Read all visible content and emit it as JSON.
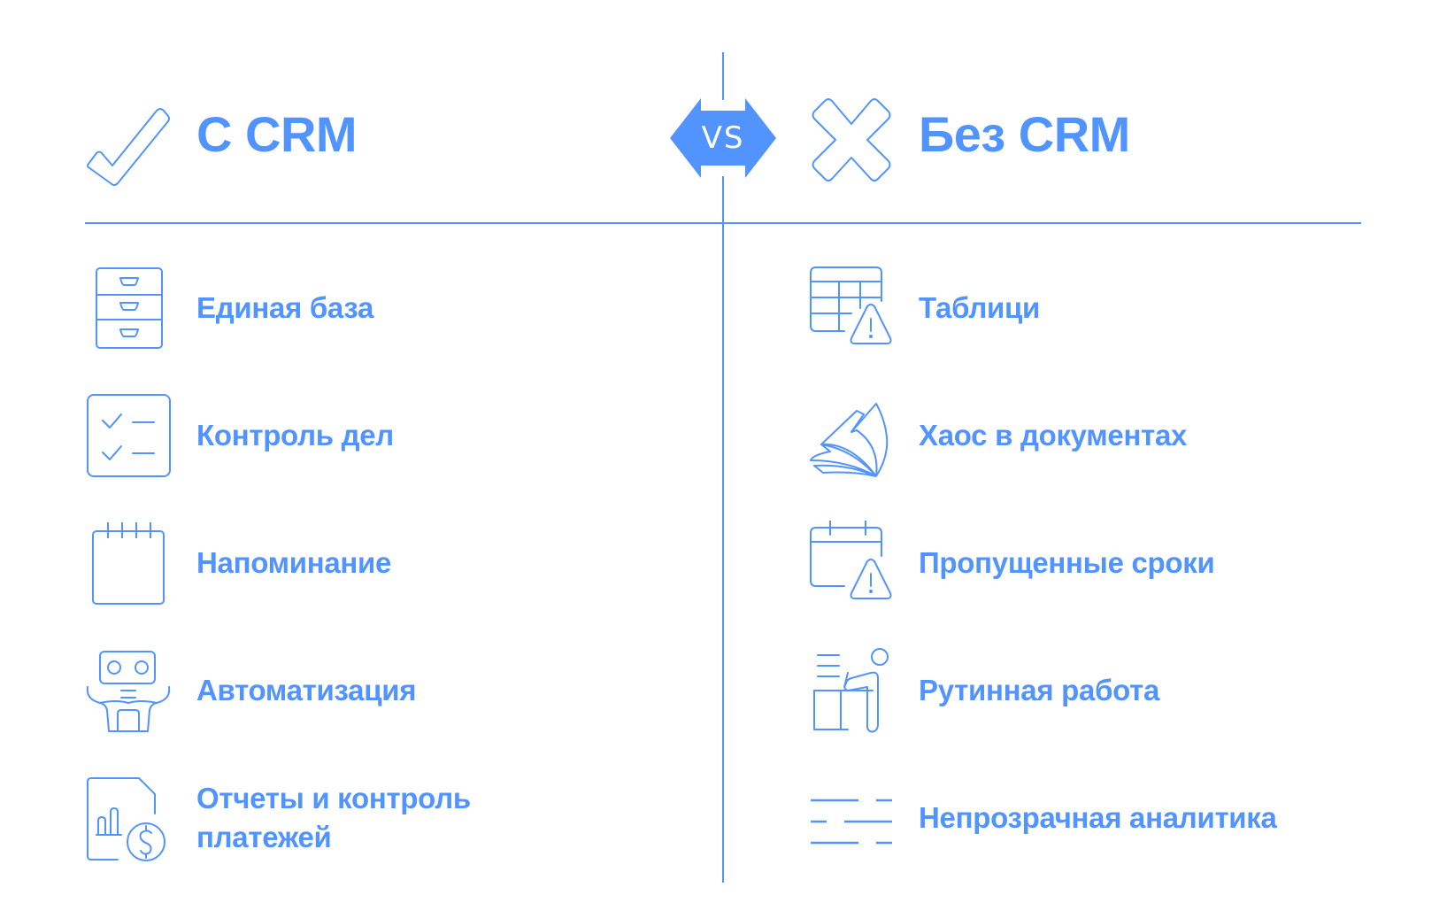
{
  "colors": {
    "accent": "#5294ff",
    "background": "#ffffff"
  },
  "left": {
    "title": "С CRM",
    "title_icon": "checkmark-icon",
    "items": [
      {
        "label": "Единая база",
        "icon": "file-cabinet-icon"
      },
      {
        "label": "Контроль дел",
        "icon": "checklist-icon"
      },
      {
        "label": "Напоминание",
        "icon": "notepad-icon"
      },
      {
        "label": "Автоматизация",
        "icon": "robot-icon"
      },
      {
        "label": "Отчеты и контроль",
        "label_line2": "платежей",
        "icon": "report-payment-icon"
      }
    ]
  },
  "center": {
    "badge": "VS"
  },
  "right": {
    "title": "Без CRM",
    "title_icon": "cross-icon",
    "items": [
      {
        "label": "Таблици",
        "icon": "table-warning-icon"
      },
      {
        "label": "Хаос в документах",
        "icon": "scattered-papers-icon"
      },
      {
        "label": "Пропущенные сроки",
        "icon": "calendar-warning-icon"
      },
      {
        "label": "Рутинная работа",
        "icon": "person-at-desk-icon"
      },
      {
        "label": "Непрозрачная аналитика",
        "icon": "dashed-lines-icon"
      }
    ]
  }
}
